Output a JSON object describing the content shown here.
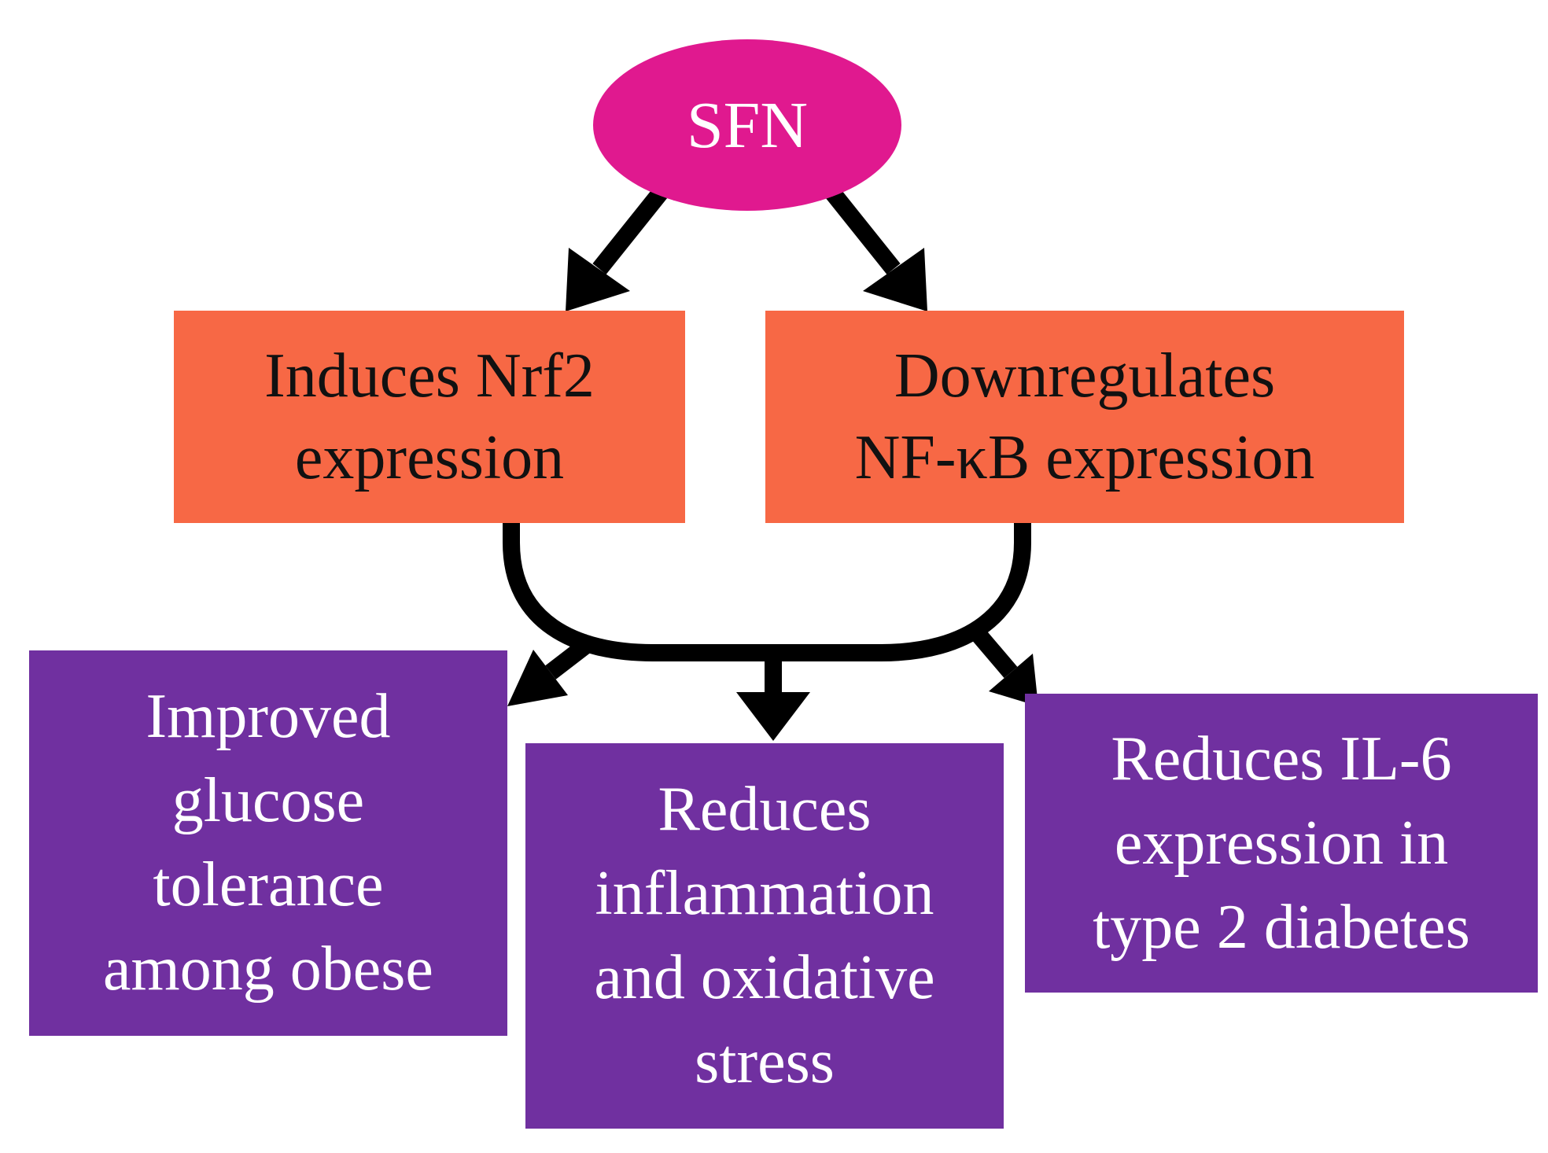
{
  "diagram": {
    "colors": {
      "root": "#e0198f",
      "mechanism": "#f76845",
      "outcome": "#7030a0",
      "arrow": "#000000",
      "root_text": "#ffffff",
      "mechanism_text": "#111111",
      "outcome_text": "#ffffff"
    },
    "root": {
      "label": "SFN"
    },
    "mechanisms": [
      {
        "label": "Induces Nrf2\nexpression"
      },
      {
        "label": "Downregulates\nNF-κB expression"
      }
    ],
    "outcomes": [
      {
        "label": "Improved\nglucose\ntolerance\namong obese"
      },
      {
        "label": "Reduces\ninflammation\nand oxidative\nstress"
      },
      {
        "label": "Reduces IL-6\nexpression in\ntype 2 diabetes"
      }
    ]
  }
}
